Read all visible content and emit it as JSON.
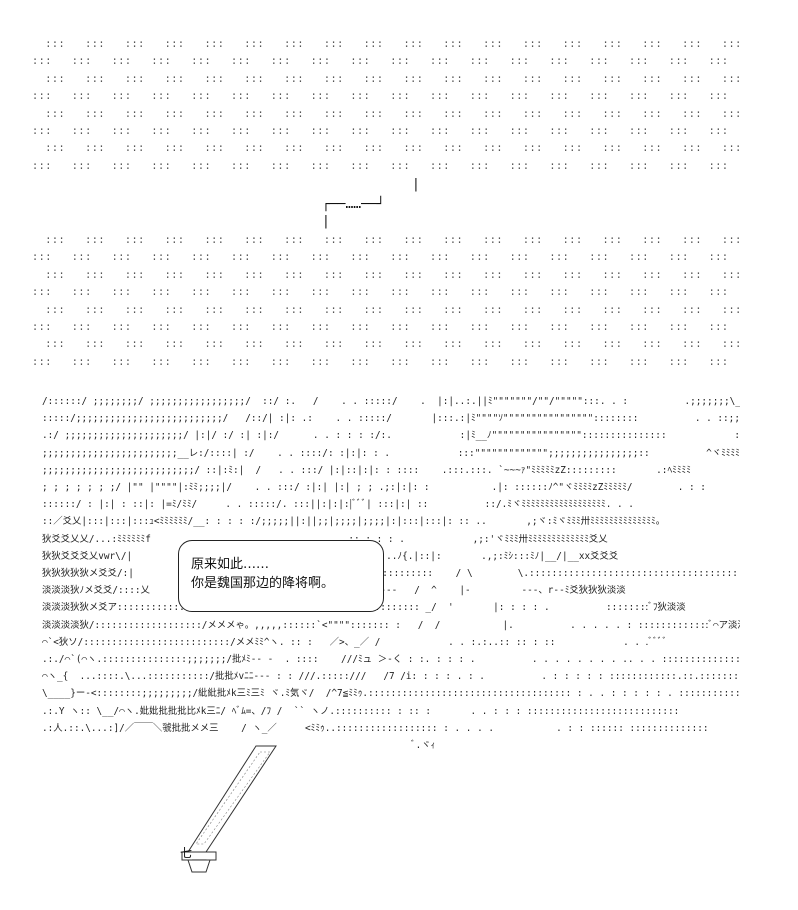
{
  "dots_band_top": [
    "  :::   :::   :::   :::   :::   :::   :::   :::   :::   :::   :::   :::   :::   :::   :::   :::   :::   :::   :::   :::   :::   :::   :::   :::   :::   :::   :::",
    ":::   :::   :::   :::   :::   :::   :::   :::   :::   :::   :::   :::   :::   :::   :::   :::   :::   :::   :::   :::   :::   :::   :::   :::   :::   :::   :::   :",
    "  :::   :::   :::   :::   :::   :::   :::   :::   :::   :::   :::   :::   :::   :::   :::   :::   :::   :::   :::   :::   :::   :::   :::   :::   :::   :::   :::",
    ":::   :::   :::   :::   :::   :::   :::   :::   :::   :::   :::   :::   :::   :::   :::   :::   :::   :::   :::   :::   :::   :::   :::   :::   :::   :::   :::   :",
    "  :::   :::   :::   :::   :::   :::   :::   :::   :::   :::   :::   :::   :::   :::   :::   :::   :::   :::   :::   :::   :::   :::   :::   :::   :::   :::   :::",
    ":::   :::   :::   :::   :::   :::   :::   :::   :::   :::   :::   :::   :::   :::   :::   :::   :::   :::   :::   :::   :::   :::   :::   :::   :::   :::   :::   :",
    "  :::   :::   :::   :::   :::   :::   :::   :::   :::   :::   :::   :::   :::   :::   :::   :::   :::   :::   :::   :::   :::   :::   :::   :::   :::   :::   :::",
    ":::   :::   :::   :::   :::   :::   :::   :::   :::   :::   :::   :::   :::   :::   :::   :::   :::   :::   :::   :::   :::   :::   :::   :::   :::   :::   :::   :"
  ],
  "ellipsis_box": {
    "line1": "                                            |",
    "line2": "┌──……──┘",
    "line3": "|"
  },
  "dots_band_mid": [
    "  :::   :::   :::   :::   :::   :::   :::   :::   :::   :::   :::   :::   :::   :::   :::   :::   :::   :::   :::   :::   :::   :::   :::   :::   :::   :::   :::",
    ":::   :::   :::   :::   :::   :::   :::   :::   :::   :::   :::   :::   :::   :::   :::   :::   :::   :::   :::   :::   :::   :::   :::   :::   :::   :::   :::   :",
    "  :::   :::   :::   :::   :::   :::   :::   :::   :::   :::   :::   :::   :::   :::   :::   :::   :::   :::   :::   :::   :::   :::   :::   :::   :::   :::   :::",
    ":::   :::   :::   :::   :::   :::   :::   :::   :::   :::   :::   :::   :::   :::   :::   :::   :::   :::   :::   :::   :::   :::   :::   :::   :::   :::   :::   :",
    "  :::   :::   :::   :::   :::   :::   :::   :::   :::   :::   :::   :::   :::   :::   :::   :::   :::   :::   :::   :::   :::   :::   :::   :::   :::   :::   :::",
    ":::   :::   :::   :::   :::   :::   :::   :::   :::   :::   :::   :::   :::   :::   :::   :::   :::   :::   :::   :::   :::   :::   :::   :::   :::   :::   :::   :",
    "  :::   :::   :::   :::   :::   :::   :::   :::   :::   :::   :::   :::   :::   :::   :::   :::   :::   :::   :::   :::   :::   :::   :::   :::   :::   :::   :::",
    ":::   :::   :::   :::   :::   :::   :::   :::   :::   :::   :::   :::   :::   :::   :::   :::   :::   :::   :::   :::   :::   :::   :::   :::   :::   :::   :::   :"
  ],
  "scene_lines": [
    "/::::::/ ;;;;;;;;/ ;;;;;;;;;;;;;;;;;/  ::/ :.   /    . . :::::/    .  |:|..:.||ﾐ\"\"\"\"\"\"\"/\"\"/\"\"\"\"\":::. . :          .;;;;;;;\\_{{\";:;/;:;ﾐﾐﾐ",
    ":::::/;;;;;;;;;;;;;;;;;;;;;;;;;;/   /::/| :|: .:    . . :::::/       |:::.:|ﾐ\"\"\"\"ｿ\"\"\"\"\"\"\"\"\"\"\"\"\"\"\"\"::::::::          . . ::;;;]];;/;;;;ﾐﾐﾐ",
    ".:/ ;;;;;;;;;;;;;;;;;;;;;/ |:|/ :/ :| :|:/      . . : : : :/:.            :|ﾐ__ﾉ\"\"\"\"\"\"\"\"\"\"\"\"\"\"\"\":::::::::::::::            :::]]/_ヽﾐﾐﾐﾐ",
    ";;;;;;;;;;;;;;;;;;;;;;;;__レ:/::::| :/    . . ::::/: :|:|: : .            :::\"\"\"\"\"\"\"\"\"\"\"\"\";;;;;;;;;;;;;;;;::          ^ヾﾐﾐﾐﾐ",
    ";;;;;;;;;;;;;;;;;;;;;;;;;;;/ ::|:ﾐ:|  /   . . :::/ |:|::|:|: : ::::    .:::.:::. `~~~ｧ\"ﾐﾐﾐﾐﾐzZ:::::::::       .:ﾍﾐﾐﾐﾐ",
    "; ; ; ; ; ; ;/ |\"\" |\"\"\"\"|:ﾐﾐ;;;;|/    . . :::/ :|:| |:| ; ; .;:|:|: :           .|: ::::::ﾉ^\"ヾﾐﾐﾐﾐzZﾐﾐﾐﾐﾐ/        . : :",
    "::::::/ : |:| : ::|: |=ﾐ/ﾐﾐ/     . . :::::/. :::||:|:|:|ﾞﾞﾞ| :::|:| ::          ::/.ﾐヾﾐﾐﾐﾐﾐﾐﾐﾐﾐﾐﾐﾐﾐﾐﾐﾐﾐﾐ. . .",
    "::／爻乂|:::|:::|:::ｭ<ﾐﾐﾐﾐﾐﾐ/__: : : : :/;;;;;||:||;;|;;;;|;;;;|:|:::|:::|: :: ..       ,;ヾ:ﾐヾﾐﾐﾐ卅ﾐﾐﾐﾐﾐﾐﾐﾐﾐﾐﾐﾐﾐﾐ。",
    "狄爻爻乂乂/...:ﾐﾐﾐﾐﾐﾐf                                   :: : : : .            ,;:'ヾﾐﾐﾐ卅ﾐﾐﾐﾐﾐﾐﾐﾐﾐﾐﾐﾐﾐ爻乂",
    "狄狄爻爻爻乂vwr\\/|                                         |..:..ﾉ{.|::|:       .,;:ﾐｼ:::ﾐﾉ|__/|__xx爻爻爻",
    "狄狄狄狄狄メ爻爻/:|                                         |:::::::::::    / \\        \\.:::::::::::::::::::::::::::::::::::::::×爻爻爻爻",
    "淡淡淡狄ﾉメ爻爻/::::乂                                       ﾉ--­-‐   /  ^    |-         --­-、r--ﾐ爻狄狄狄淡淡",
    "淡淡淡狄狄メ爻ア:::::::::::::::/ ヽ....::`<ﾐﾐﾐﾐ;;;;;;;;ン\"::::::::::::: _/  '       |: : : : .          ::::::::ﾞﾌ狄淡淡",
    "淡淡淡淡狄/:::::::::::::::::::/メメメゃ。,,,,,::::::`<\"\"\"\"::::::: :   /  /           |.          . . . . . : :::::::::::::ﾞ⌒ア淡淡",
    "⌒`<狄ソ/::::::::::::::::::::::::::/メメﾐﾐ^ヽ. :: :   ／>、_／ /            . . :.:..:: :: : ::            . . .ﾞﾞﾞﾞ",
    ".:./⌒`(⌒ヽ.:::::::::::::::;;;;;;;/批ﾒﾐ-- -  . ::::    ///ﾐュ ＞-く : :. : : : .          . . . . . . . . .. . . :::::::::::::::::::::::::::::",
    "⌒ヽ_{  ...::::.\\...:::::::::::/批批ﾒvﾆﾆ--- : : ///.:::::///   /7 /i: : : : . : .          . : : : : : ::::::::::::.::.:::::::::::::::",
    "\\____}ー-<::::::::;;;;;;;;;/紕紕批ﾒk三ﾐ三ﾐ ヾ.ﾐ気ヾ/  /^7≦ﾐﾐｩ.:::::::::::::::::::::::::::::::::::: : . . : : : : : . ::::::::::::",
    ".:.Y ヽ:: \\__/⌒ヽ.妣妣批批批比ﾒk三ﾆ/ ﾍﾞﾑ=、/ﾌ /  `` ヽノ.:::::::::: : :: :       . . : : : :::::::::::::::::::::::::::",
    ".:人.::.\\...:]/／￣￣＼虢批批メメ三    / ヽ_／     <ﾐﾐｩ..:::::::::::::::::: : . . . .           . : : :::::: ::::::::::::::",
    "                                                                  ﾞ.ヾｨ"
  ],
  "dialog_bubble": {
    "line1": "原来如此……",
    "line2": "你是魏国那边的降将啊。"
  },
  "sword_tip_label": "七__"
}
